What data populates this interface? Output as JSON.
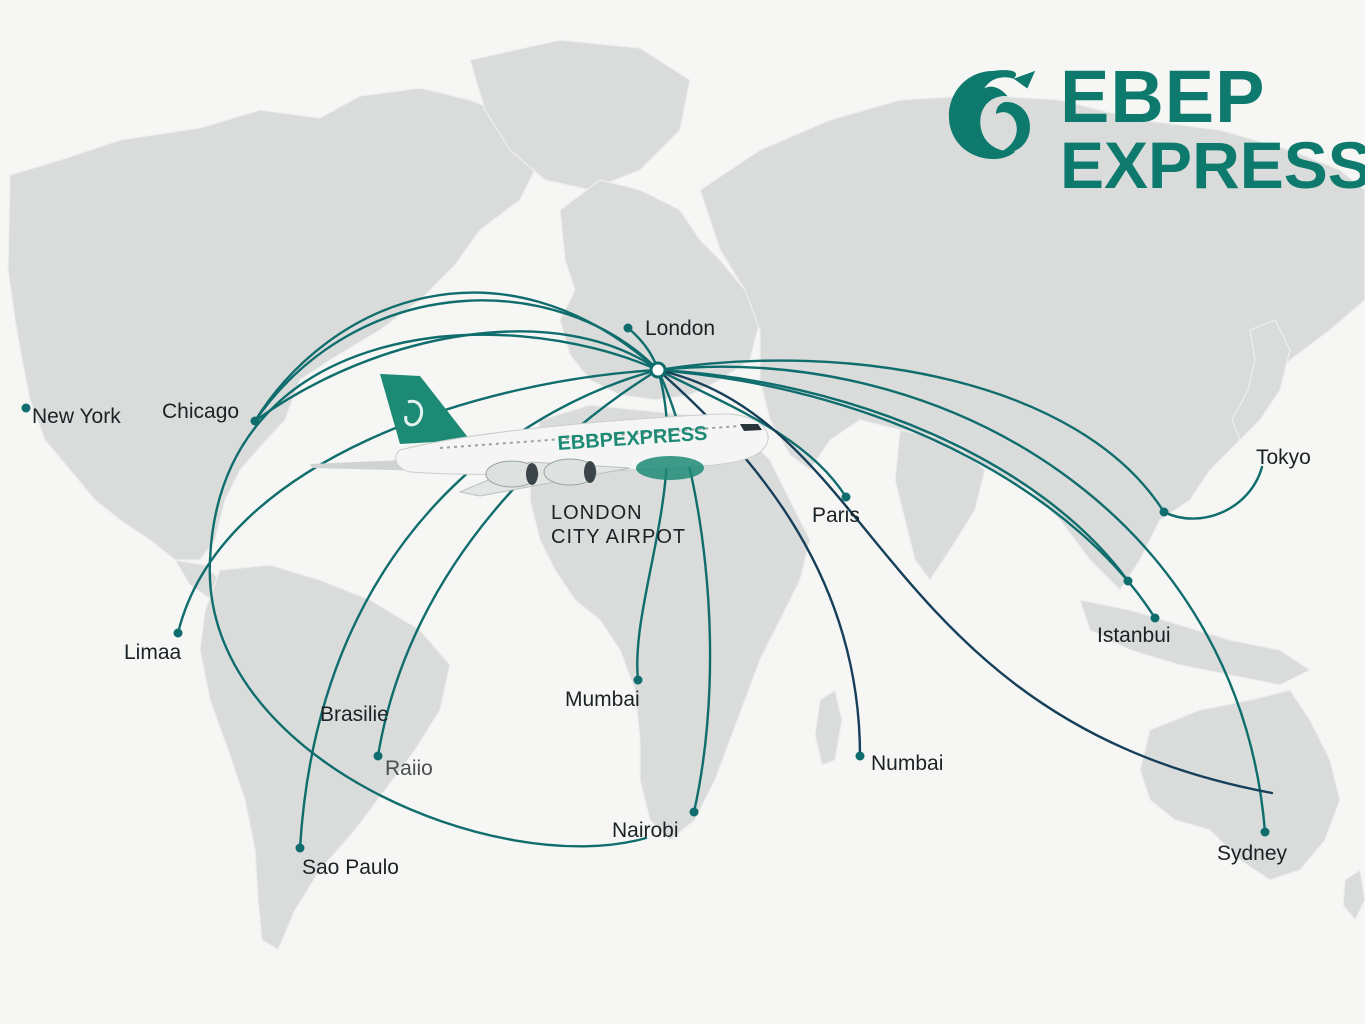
{
  "brand": {
    "line1": "EBEP",
    "line2": "EXPRESS",
    "color": "#0e7a6e",
    "logo_icon": "stylized-bird-head-logo"
  },
  "aircraft": {
    "livery_text": "EBBPEXPRESS",
    "tail_color": "#1d8a76",
    "icon": "airliner-icon"
  },
  "colors": {
    "route": "#0f6d6d",
    "route_dark": "#163f5a",
    "land": "#d9dcda",
    "background": "#f6f6f4"
  },
  "hub": {
    "name_line1": "LONDON",
    "name_line2": "CITY AIRPOT"
  },
  "cities": {
    "london": "London",
    "new_york": "New York",
    "chicago": "Chicago",
    "limaa": "Limaa",
    "brasilie": "Brasilie",
    "raiio": "Raiio",
    "sao_paulo": "Sao Paulo",
    "mumbai": "Mumbai",
    "nairobi": "Nairobi",
    "paris": "Paris",
    "numbai": "Numbai",
    "tokyo": "Tokyo",
    "istanbui": "Istanbui",
    "sydney": "Sydney"
  }
}
